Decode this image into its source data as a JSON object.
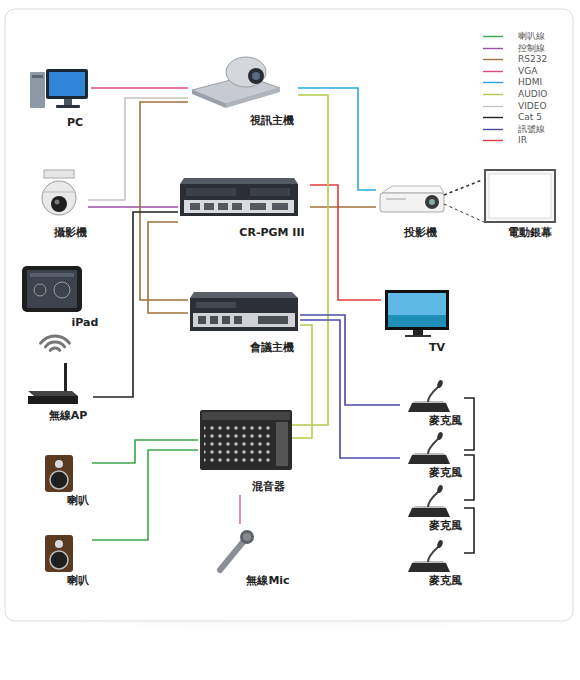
{
  "diagram": {
    "nodes": [
      {
        "text": [
          "PC"
        ]
      },
      {
        "text": [
          "視訊主機"
        ]
      },
      {
        "text": [
          "攝影機"
        ]
      },
      {
        "text": [
          "CR-PGM III"
        ]
      },
      {
        "text": [
          "投影機"
        ]
      },
      {
        "text": [
          "電動銀幕"
        ]
      },
      {
        "text": [
          "iPad"
        ]
      },
      {
        "text": [
          "會議主機"
        ]
      },
      {
        "text": [
          "TV"
        ]
      },
      {
        "text": [
          "無線AP"
        ]
      },
      {
        "text": [
          "麥克風"
        ]
      },
      {
        "text": [
          "混音器"
        ]
      },
      {
        "text": [
          "麥克風"
        ]
      },
      {
        "text": [
          "喇叭"
        ]
      },
      {
        "text": [
          "麥克風"
        ]
      },
      {
        "text": [
          "喇叭"
        ]
      },
      {
        "text": [
          "無線Mic"
        ]
      },
      {
        "text": [
          "麥克風"
        ]
      }
    ],
    "edges": [
      {
        "from": 0,
        "to": 1,
        "arrow": "none"
      },
      {
        "from": 2,
        "to": 1,
        "arrow": "none"
      },
      {
        "from": 2,
        "to": 3,
        "arrow": "none"
      },
      {
        "from": 1,
        "to": 7,
        "arrow": "none"
      },
      {
        "from": 9,
        "to": 3,
        "arrow": "none"
      },
      {
        "from": 3,
        "to": 7,
        "arrow": "none"
      },
      {
        "from": 1,
        "to": 4,
        "arrow": "none"
      },
      {
        "from": 3,
        "to": 4,
        "arrow": "none"
      },
      {
        "from": 3,
        "to": 8,
        "arrow": "none"
      },
      {
        "from": 1,
        "to": 11,
        "arrow": "none"
      },
      {
        "from": 7,
        "to": 11,
        "arrow": "none"
      },
      {
        "from": 7,
        "to": 10,
        "arrow": "none"
      },
      {
        "from": 7,
        "to": 12,
        "arrow": "none"
      },
      {
        "from": 10,
        "to": 12,
        "arrow": "none"
      },
      {
        "from": 12,
        "to": 14,
        "arrow": "none"
      },
      {
        "from": 14,
        "to": 17,
        "arrow": "none"
      },
      {
        "from": 11,
        "to": 13,
        "arrow": "none"
      },
      {
        "from": 11,
        "to": 15,
        "arrow": "none"
      },
      {
        "from": 11,
        "to": 16,
        "arrow": "none"
      },
      {
        "from": 4,
        "to": 5,
        "arrow": "none"
      }
    ],
    "legend": [
      {
        "text": "喇叭線"
      },
      {
        "text": "控制線"
      },
      {
        "text": "RS232"
      },
      {
        "text": "VGA"
      },
      {
        "text": "HDMI"
      },
      {
        "text": "AUDIO"
      },
      {
        "text": "VIDEO"
      },
      {
        "text": "Cat 5"
      },
      {
        "text": "訊號線"
      },
      {
        "text": "IR"
      }
    ]
  }
}
